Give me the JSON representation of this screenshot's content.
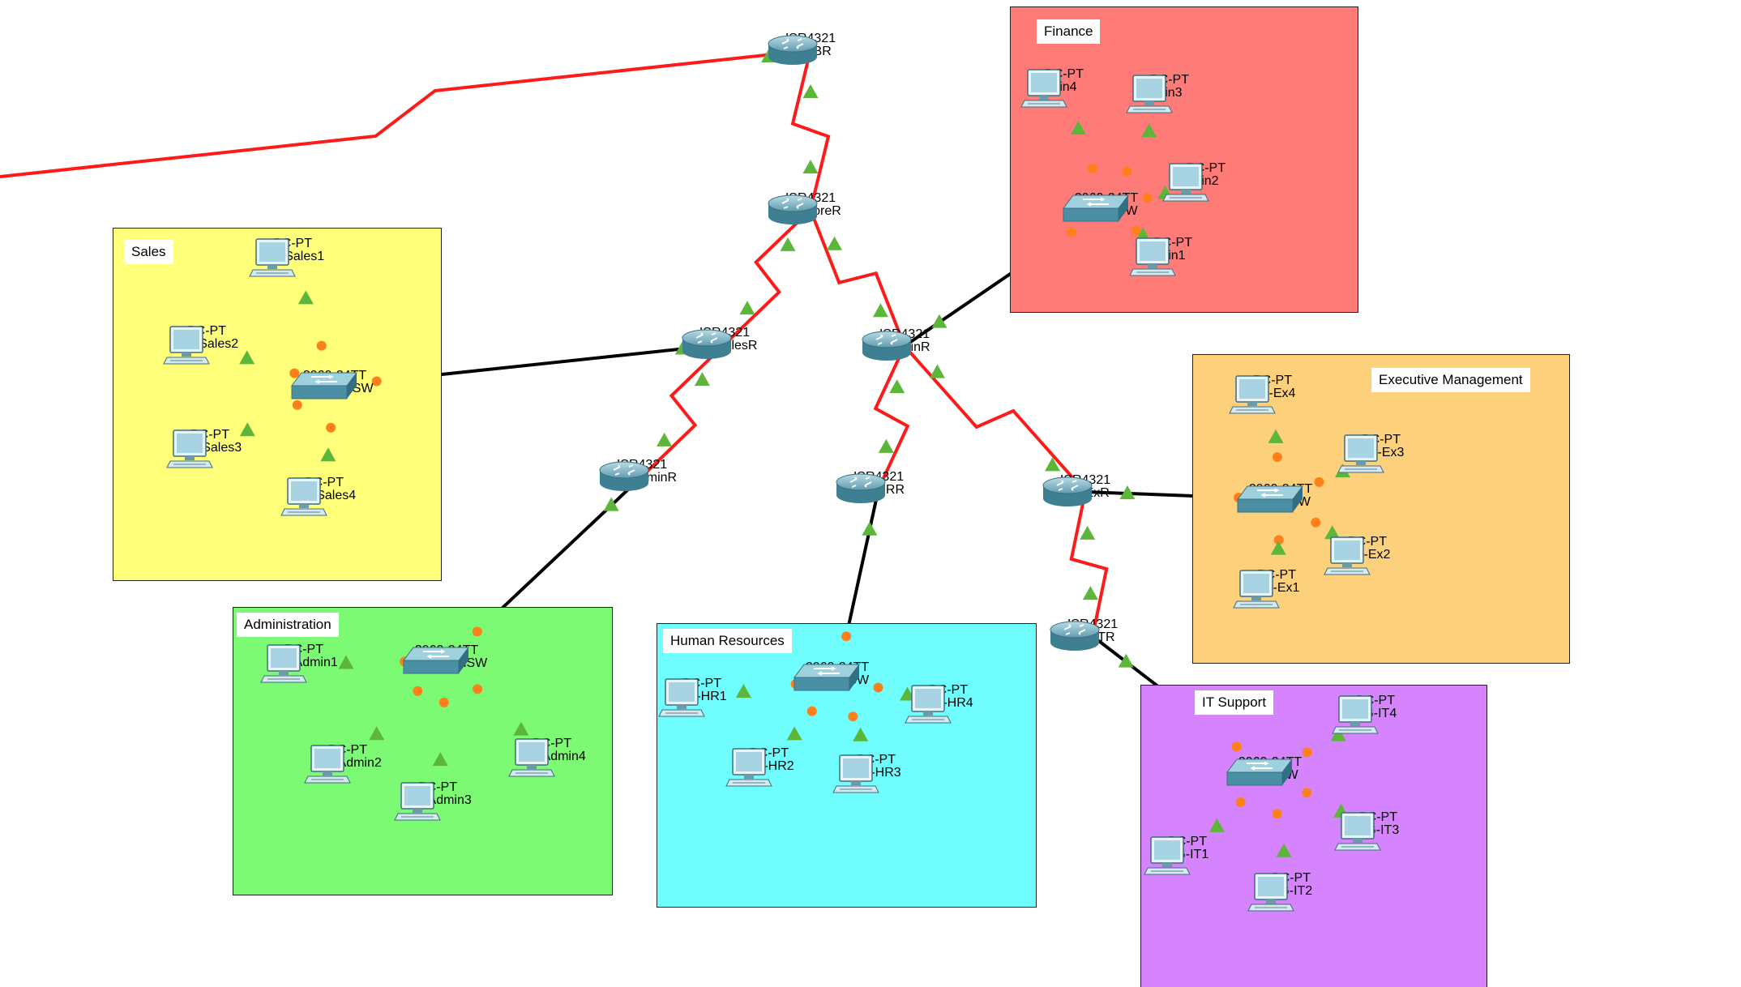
{
  "areas": [
    {
      "id": "finance",
      "label": "Finance",
      "color": "#ff7b78"
    },
    {
      "id": "sales",
      "label": "Sales",
      "color": "#ffff7a"
    },
    {
      "id": "exec",
      "label": "Executive Management",
      "color": "#fdd17c"
    },
    {
      "id": "admin",
      "label": "Administration",
      "color": "#7dfa74"
    },
    {
      "id": "hr",
      "label": "Human Resources",
      "color": "#70fdfd"
    },
    {
      "id": "it",
      "label": "IT Support",
      "color": "#d584fd"
    }
  ],
  "devices": [
    {
      "id": "br",
      "kind": "router",
      "model": "ISR4321",
      "name": "NG-BR"
    },
    {
      "id": "core",
      "kind": "router",
      "model": "ISR4321",
      "name": "NG-CoreR"
    },
    {
      "id": "salesr",
      "kind": "router",
      "model": "ISR4321",
      "name": "NG-SalesR"
    },
    {
      "id": "finr",
      "kind": "router",
      "model": "ISR4321",
      "name": "NG-FinR"
    },
    {
      "id": "adminr",
      "kind": "router",
      "model": "ISR4321",
      "name": "NG-AdminR"
    },
    {
      "id": "hrr",
      "kind": "router",
      "model": "ISR4321",
      "name": "NG-HRR"
    },
    {
      "id": "exr",
      "kind": "router",
      "model": "ISR4321",
      "name": "NG-ExR"
    },
    {
      "id": "itr",
      "kind": "router",
      "model": "ISR4321",
      "name": "NG-ITR"
    },
    {
      "id": "finsw",
      "kind": "switch",
      "model": "2960-24TT",
      "name": "NG-FinSW"
    },
    {
      "id": "salessw",
      "kind": "switch",
      "model": "2960-24TT",
      "name": "NG-SalesSW"
    },
    {
      "id": "exsw",
      "kind": "switch",
      "model": "2960-24TT",
      "name": "NG-ExSW"
    },
    {
      "id": "adminsw",
      "kind": "switch",
      "model": "2960-24TT",
      "name": "NG-AdminSW"
    },
    {
      "id": "hrsw",
      "kind": "switch",
      "model": "2960-24TT",
      "name": "NG-HRSW"
    },
    {
      "id": "itsw",
      "kind": "switch",
      "model": "2960-24TT",
      "name": "NG-ITSW"
    },
    {
      "id": "fin4",
      "kind": "pc",
      "model": "PC-PT",
      "name": "Fin4"
    },
    {
      "id": "fin3",
      "kind": "pc",
      "model": "PC-PT",
      "name": "Fin3"
    },
    {
      "id": "fin2",
      "kind": "pc",
      "model": "PC-PT",
      "name": "Fin2"
    },
    {
      "id": "fin1",
      "kind": "pc",
      "model": "PC-PT",
      "name": "Fin1"
    },
    {
      "id": "sales1",
      "kind": "pc",
      "model": "PC-PT",
      "name": "NG-Sales1"
    },
    {
      "id": "sales2",
      "kind": "pc",
      "model": "PC-PT",
      "name": "NG-Sales2"
    },
    {
      "id": "sales3",
      "kind": "pc",
      "model": "PC-PT",
      "name": "NG-Sales3"
    },
    {
      "id": "sales4",
      "kind": "pc",
      "model": "PC-PT",
      "name": "NG-Sales4"
    },
    {
      "id": "ex4",
      "kind": "pc",
      "model": "PC-PT",
      "name": "NG-Ex4"
    },
    {
      "id": "ex3",
      "kind": "pc",
      "model": "PC-PT",
      "name": "NG-Ex3"
    },
    {
      "id": "ex2",
      "kind": "pc",
      "model": "PC-PT",
      "name": "NG-Ex2"
    },
    {
      "id": "ex1",
      "kind": "pc",
      "model": "PC-PT",
      "name": "NG-Ex1"
    },
    {
      "id": "admin1",
      "kind": "pc",
      "model": "PC-PT",
      "name": "NG-Admin1"
    },
    {
      "id": "admin2",
      "kind": "pc",
      "model": "PC-PT",
      "name": "NG-Admin2"
    },
    {
      "id": "admin3",
      "kind": "pc",
      "model": "PC-PT",
      "name": "NG-Admin3"
    },
    {
      "id": "admin4",
      "kind": "pc",
      "model": "PC-PT",
      "name": "NG-Admin4"
    },
    {
      "id": "hr1",
      "kind": "pc",
      "model": "PC-PT",
      "name": "NG-HR1"
    },
    {
      "id": "hr2",
      "kind": "pc",
      "model": "PC-PT",
      "name": "NG-HR2"
    },
    {
      "id": "hr3",
      "kind": "pc",
      "model": "PC-PT",
      "name": "NG-HR3"
    },
    {
      "id": "hr4",
      "kind": "pc",
      "model": "PC-PT",
      "name": "NG-HR4"
    },
    {
      "id": "it4",
      "kind": "pc",
      "model": "PC-PT",
      "name": "NG-IT4"
    },
    {
      "id": "it3",
      "kind": "pc",
      "model": "PC-PT",
      "name": "NG-IT3"
    },
    {
      "id": "it2",
      "kind": "pc",
      "model": "PC-PT",
      "name": "NG-IT2"
    },
    {
      "id": "it1",
      "kind": "pc",
      "model": "PC-PT",
      "name": "NG-IT1"
    }
  ],
  "links": [
    {
      "from": "br",
      "to": "wan",
      "type": "serial"
    },
    {
      "from": "core",
      "to": "br",
      "type": "serial"
    },
    {
      "from": "core",
      "to": "salesr",
      "type": "serial"
    },
    {
      "from": "core",
      "to": "finr",
      "type": "serial"
    },
    {
      "from": "salesr",
      "to": "adminr",
      "type": "serial"
    },
    {
      "from": "finr",
      "to": "hrr",
      "type": "serial"
    },
    {
      "from": "finr",
      "to": "exr",
      "type": "serial"
    },
    {
      "from": "exr",
      "to": "itr",
      "type": "serial"
    },
    {
      "from": "salesr",
      "to": "salessw",
      "type": "ethernet"
    },
    {
      "from": "finr",
      "to": "finsw",
      "type": "ethernet"
    },
    {
      "from": "adminr",
      "to": "adminsw",
      "type": "ethernet"
    },
    {
      "from": "hrr",
      "to": "hrsw",
      "type": "ethernet"
    },
    {
      "from": "exr",
      "to": "exsw",
      "type": "ethernet"
    },
    {
      "from": "itr",
      "to": "itsw",
      "type": "ethernet"
    },
    {
      "from": "finsw",
      "to": "fin4",
      "type": "ethernet"
    },
    {
      "from": "finsw",
      "to": "fin3",
      "type": "ethernet"
    },
    {
      "from": "finsw",
      "to": "fin2",
      "type": "ethernet"
    },
    {
      "from": "finsw",
      "to": "fin1",
      "type": "ethernet"
    },
    {
      "from": "salessw",
      "to": "sales1",
      "type": "ethernet"
    },
    {
      "from": "salessw",
      "to": "sales2",
      "type": "ethernet"
    },
    {
      "from": "salessw",
      "to": "sales3",
      "type": "ethernet"
    },
    {
      "from": "salessw",
      "to": "sales4",
      "type": "ethernet"
    },
    {
      "from": "exsw",
      "to": "ex4",
      "type": "ethernet"
    },
    {
      "from": "exsw",
      "to": "ex3",
      "type": "ethernet"
    },
    {
      "from": "exsw",
      "to": "ex2",
      "type": "ethernet"
    },
    {
      "from": "exsw",
      "to": "ex1",
      "type": "ethernet"
    },
    {
      "from": "adminsw",
      "to": "admin1",
      "type": "ethernet"
    },
    {
      "from": "adminsw",
      "to": "admin2",
      "type": "ethernet"
    },
    {
      "from": "adminsw",
      "to": "admin3",
      "type": "ethernet"
    },
    {
      "from": "adminsw",
      "to": "admin4",
      "type": "ethernet"
    },
    {
      "from": "hrsw",
      "to": "hr1",
      "type": "ethernet"
    },
    {
      "from": "hrsw",
      "to": "hr2",
      "type": "ethernet"
    },
    {
      "from": "hrsw",
      "to": "hr3",
      "type": "ethernet"
    },
    {
      "from": "hrsw",
      "to": "hr4",
      "type": "ethernet"
    },
    {
      "from": "itsw",
      "to": "it4",
      "type": "ethernet"
    },
    {
      "from": "itsw",
      "to": "it3",
      "type": "ethernet"
    },
    {
      "from": "itsw",
      "to": "it2",
      "type": "ethernet"
    },
    {
      "from": "itsw",
      "to": "it1",
      "type": "ethernet"
    }
  ],
  "style": {
    "serial_color": "#ff1a1a",
    "ethernet_color": "#000000",
    "link_up_color": "#5cb63a",
    "link_pending_color": "#ff7f1a",
    "router_color": "#5f9cae",
    "switch_color": "#4b8fa5",
    "pc_color": "#a7d3e3"
  }
}
